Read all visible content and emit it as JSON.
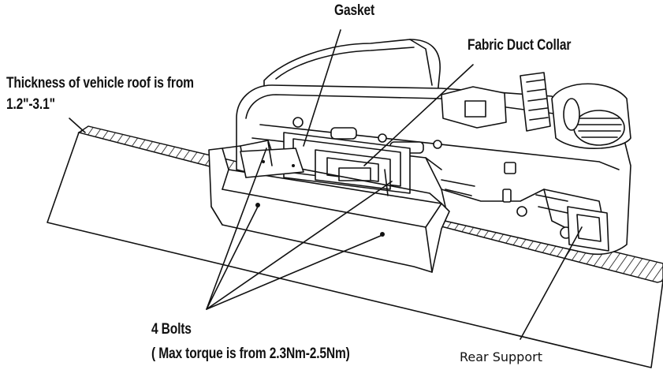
{
  "labels": {
    "gasket": "Gasket",
    "fabric_duct_collar": "Fabric Duct Collar",
    "roof_thickness_line1": "Thickness of vehicle roof is from",
    "roof_thickness_line2": "1.2\"-3.1\"",
    "bolts_line1": "4 Bolts",
    "bolts_line2": "( Max torque is from 2.3Nm-2.5Nm)",
    "rear_support": "Rear Support"
  },
  "colors": {
    "ink": "#111111",
    "background": "#ffffff"
  }
}
